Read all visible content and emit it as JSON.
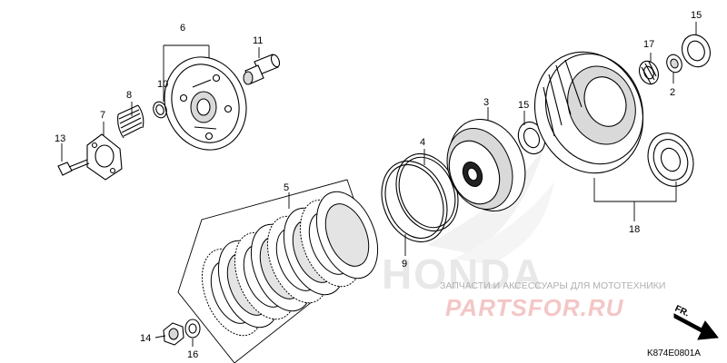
{
  "diagram_code": "K874E0801A",
  "direction_label": "FR.",
  "watermark": {
    "logo_text": "HONDA",
    "subtitle": "ЗАПЧАСТИ И АКСЕССУАРЫ ДЛЯ МОТОТЕХНИКИ",
    "brand": "PARTSFOR.RU"
  },
  "callouts": {
    "c1": "15",
    "c2": "17",
    "c3": "2",
    "c4": "6",
    "c5": "11",
    "c6": "10",
    "c7": "8",
    "c8": "7",
    "c9": "13",
    "c10": "3",
    "c11": "15",
    "c12": "4",
    "c13": "5",
    "c14": "9",
    "c15": "18",
    "c16": "14",
    "c17": "16"
  },
  "colors": {
    "watermark_red": "#f4c6c6",
    "watermark_gray": "#e8e8e8"
  }
}
